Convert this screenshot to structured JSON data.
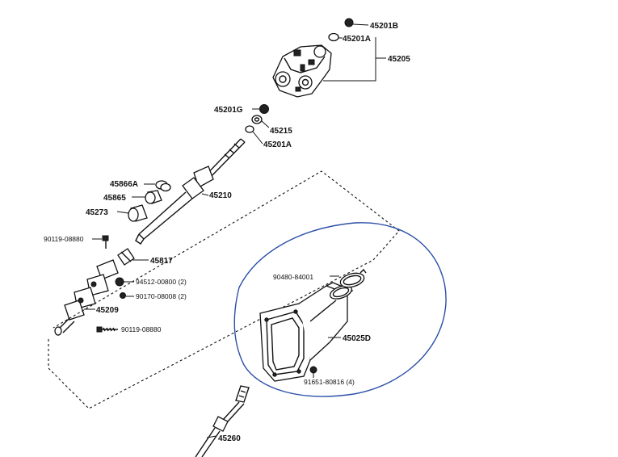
{
  "labels": {
    "p45201B": "45201B",
    "p45201A_top": "45201A",
    "p45205": "45205",
    "p45201G": "45201G",
    "p45215": "45215",
    "p45201A_mid": "45201A",
    "p45866A": "45866A",
    "p45865": "45865",
    "p45273": "45273",
    "p45210": "45210",
    "p90119_top": "90119-08880",
    "p45817": "45817",
    "p94512": "94512-00800 (2)",
    "p90170": "90170-08008 (2)",
    "p45209": "45209",
    "p90119_bot": "90119-08880",
    "p90480": "90480-84001",
    "p45025D": "45025D",
    "p91651": "91651-80816 (4)",
    "p45260": "45260"
  },
  "colors": {
    "ink": "#111111",
    "annotation_circle": "#2b4fa8",
    "background": "#ffffff"
  }
}
